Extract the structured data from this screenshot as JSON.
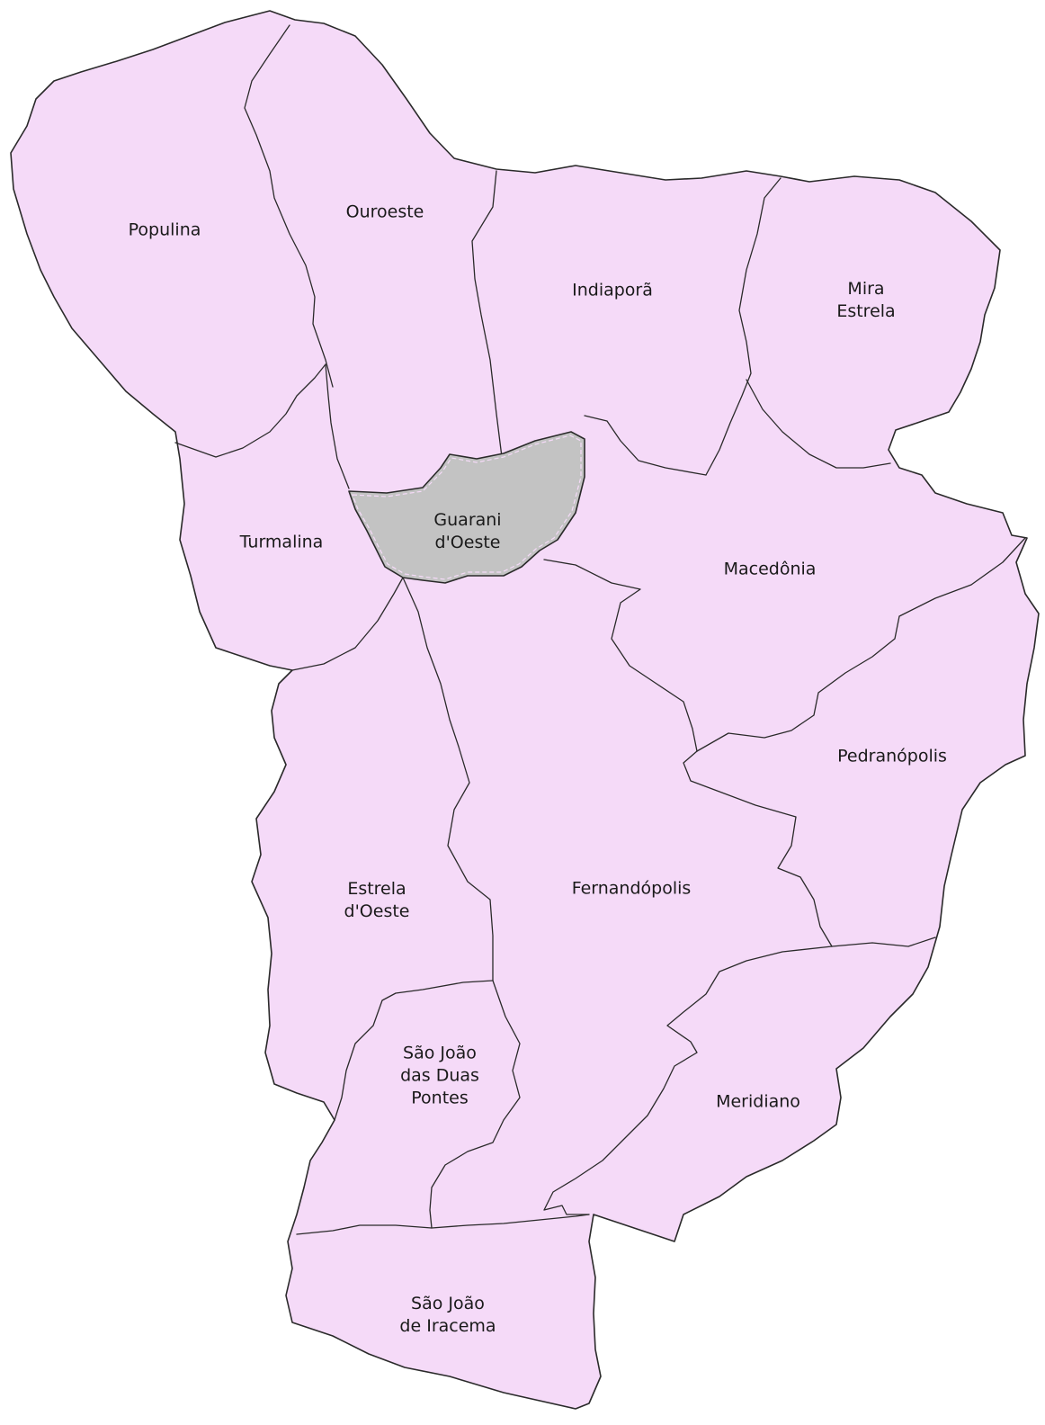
{
  "colors": {
    "region_fill": "#f5daf8",
    "highlight_fill": "#c3c3c3",
    "border": "#2a2a2a",
    "text": "#1a1a1a"
  },
  "highlighted_municipality": "Guarani d'Oeste",
  "municipalities": [
    {
      "id": "populina",
      "lines": [
        "Populina"
      ]
    },
    {
      "id": "ouroeste",
      "lines": [
        "Ouroeste"
      ]
    },
    {
      "id": "indiapora",
      "lines": [
        "Indiaporã"
      ]
    },
    {
      "id": "mira-estrela",
      "lines": [
        "Mira",
        "Estrela"
      ]
    },
    {
      "id": "turmalina",
      "lines": [
        "Turmalina"
      ]
    },
    {
      "id": "guarani-doeste",
      "lines": [
        "Guarani",
        "d'Oeste"
      ]
    },
    {
      "id": "macedonia",
      "lines": [
        "Macedônia"
      ]
    },
    {
      "id": "pedranopolis",
      "lines": [
        "Pedranópolis"
      ]
    },
    {
      "id": "estrela-doeste",
      "lines": [
        "Estrela",
        "d'Oeste"
      ]
    },
    {
      "id": "fernandopolis",
      "lines": [
        "Fernandópolis"
      ]
    },
    {
      "id": "sao-joao-das-duas-pontes",
      "lines": [
        "São João",
        "das Duas",
        "Pontes"
      ]
    },
    {
      "id": "meridiano",
      "lines": [
        "Meridiano"
      ]
    },
    {
      "id": "sao-joao-de-iracema",
      "lines": [
        "São João",
        "de Iracema"
      ]
    }
  ]
}
